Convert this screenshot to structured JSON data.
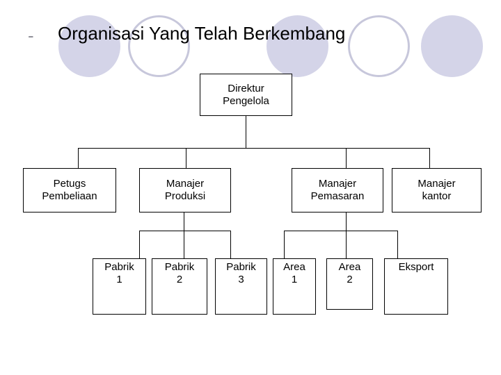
{
  "title": {
    "bullet": "-",
    "text": "Organisasi Yang Telah Berkembang"
  },
  "colors": {
    "background": "#ffffff",
    "title_text": "#000000",
    "bullet": "#8f8f98",
    "circle_fill": "#d4d4e8",
    "circle_outline": "#c7c7db",
    "box_border": "#000000",
    "box_fill": "#ffffff",
    "connector": "#000000"
  },
  "decorative_circles": {
    "count": 5,
    "pattern": [
      "filled",
      "outlined",
      "filled",
      "outlined",
      "filled"
    ]
  },
  "org_chart": {
    "root": {
      "label": "Direktur\nPengelola"
    },
    "level2": [
      {
        "label": "Petugs\nPembeliaan"
      },
      {
        "label": "Manajer\nProduksi"
      },
      {
        "label": "Manajer\nPemasaran"
      },
      {
        "label": "Manajer\nkantor"
      }
    ],
    "level3": [
      {
        "label": "Pabrik\n1",
        "parent": "Manajer Produksi"
      },
      {
        "label": "Pabrik\n2",
        "parent": "Manajer Produksi"
      },
      {
        "label": "Pabrik\n3",
        "parent": "Manajer Produksi"
      },
      {
        "label": "Area\n1",
        "parent": "Manajer Pemasaran"
      },
      {
        "label": "Area\n2",
        "parent": "Manajer Pemasaran"
      },
      {
        "label": "Eksport",
        "parent": "Manajer Pemasaran"
      }
    ]
  }
}
